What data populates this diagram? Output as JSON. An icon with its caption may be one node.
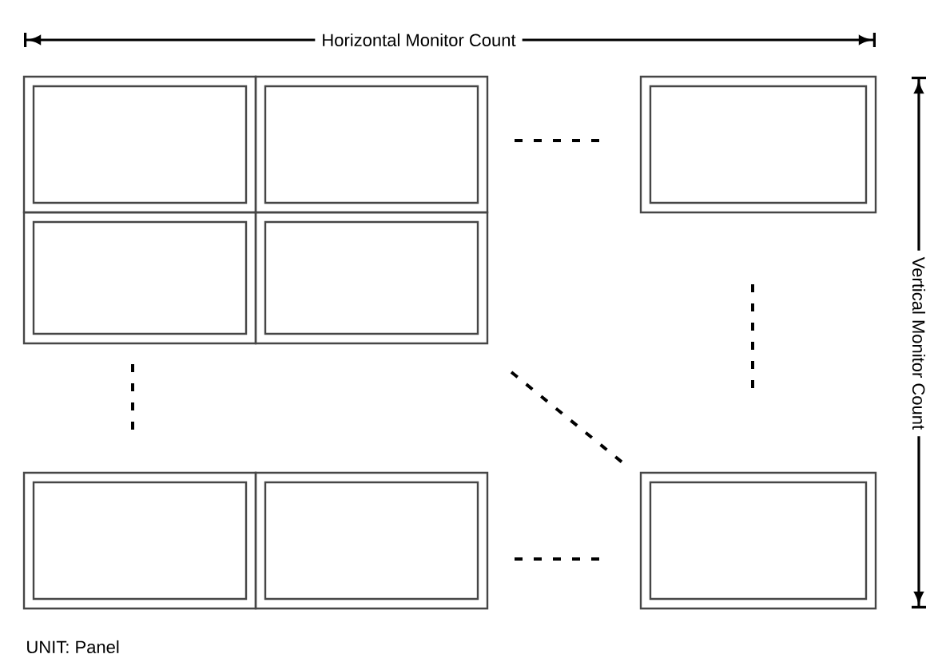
{
  "diagram": {
    "nodes": [
      {
        "text": [],
        "shape": "box"
      },
      {
        "text": [],
        "shape": "box"
      },
      {
        "text": [],
        "shape": "box"
      },
      {
        "text": [],
        "shape": "box"
      },
      {
        "text": [],
        "shape": "box"
      },
      {
        "text": [],
        "shape": "box"
      },
      {
        "text": [],
        "shape": "box"
      },
      {
        "text": [],
        "shape": "box"
      }
    ],
    "labels": [
      "Horizontal Monitor Count",
      "Vertical Monitor Count",
      "UNIT: Panel"
    ]
  }
}
